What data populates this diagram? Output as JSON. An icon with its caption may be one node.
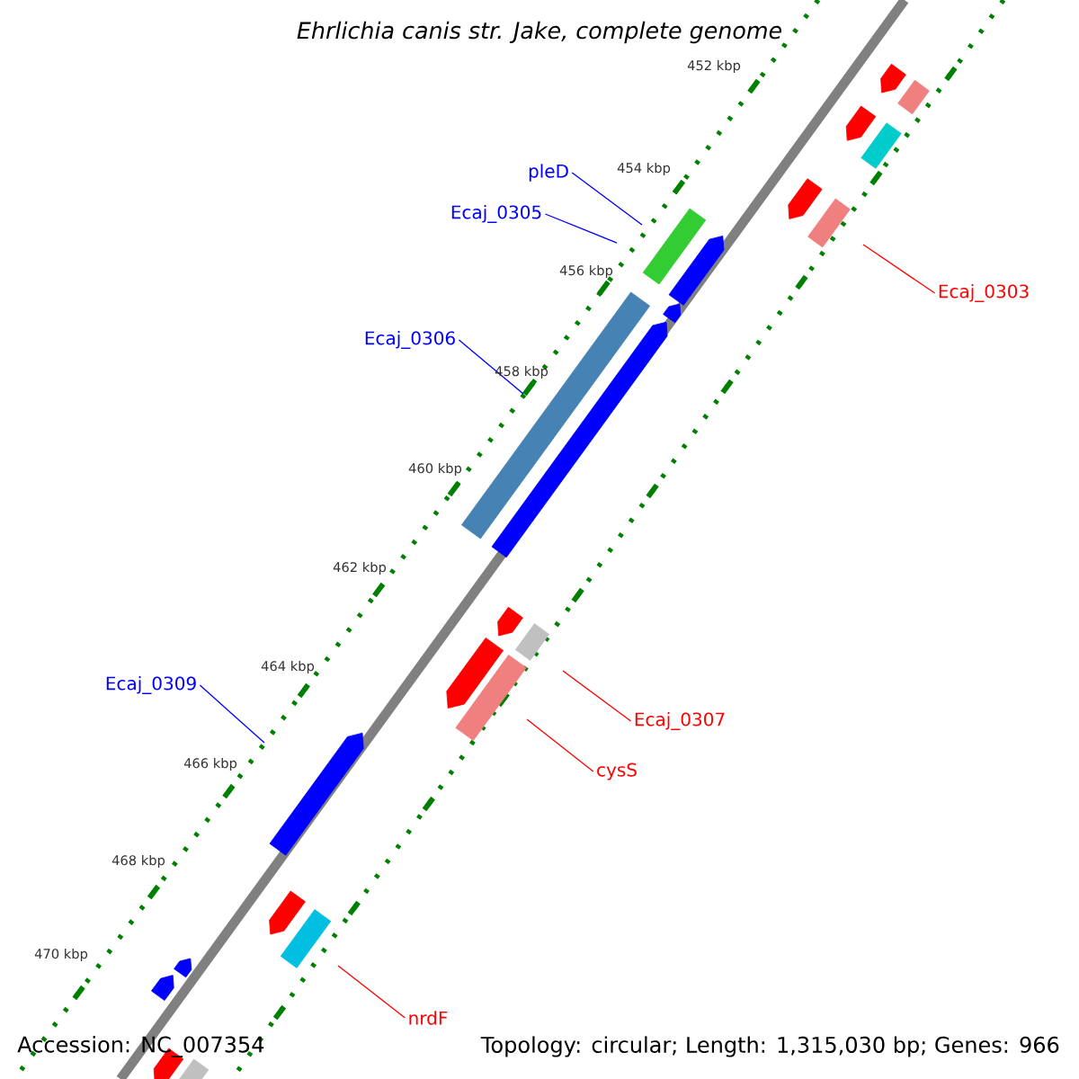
{
  "diagram": {
    "title": "Ehrlichia canis str. Jake, complete genome",
    "nodes": [
      {
        "text": [
          "pleD"
        ]
      },
      {
        "text": [
          "Ecaj_0305"
        ]
      },
      {
        "text": [
          "Ecaj_0303"
        ]
      },
      {
        "text": [
          "Ecaj_0306"
        ]
      },
      {
        "text": [
          "Ecaj_0309"
        ]
      },
      {
        "text": [
          "Ecaj_0307"
        ]
      },
      {
        "text": [
          "cysS"
        ]
      },
      {
        "text": [
          "nrdF"
        ]
      }
    ],
    "edges": [
      {
        "from": 0,
        "to": null,
        "arrow": "none",
        "color": "#0000ff"
      },
      {
        "from": 1,
        "to": null,
        "arrow": "none",
        "color": "#0000ff"
      },
      {
        "from": 2,
        "to": null,
        "arrow": "none",
        "color": "#ff0000"
      },
      {
        "from": 3,
        "to": null,
        "arrow": "none",
        "color": "#0000ff"
      },
      {
        "from": 4,
        "to": null,
        "arrow": "none",
        "color": "#0000ff"
      },
      {
        "from": 5,
        "to": null,
        "arrow": "none",
        "color": "#ff0000"
      },
      {
        "from": 6,
        "to": null,
        "arrow": "none",
        "color": "#ff0000"
      },
      {
        "from": 7,
        "to": null,
        "arrow": "none",
        "color": "#ff0000"
      }
    ],
    "labels": [
      "452 kbp",
      "454 kbp",
      "456 kbp",
      "458 kbp",
      "460 kbp",
      "462 kbp",
      "464 kbp",
      "466 kbp",
      "468 kbp",
      "470 kbp",
      "Accession: NC_007354",
      "Topology: circular; Length: 1,315,030 bp; Genes: 966"
    ]
  }
}
